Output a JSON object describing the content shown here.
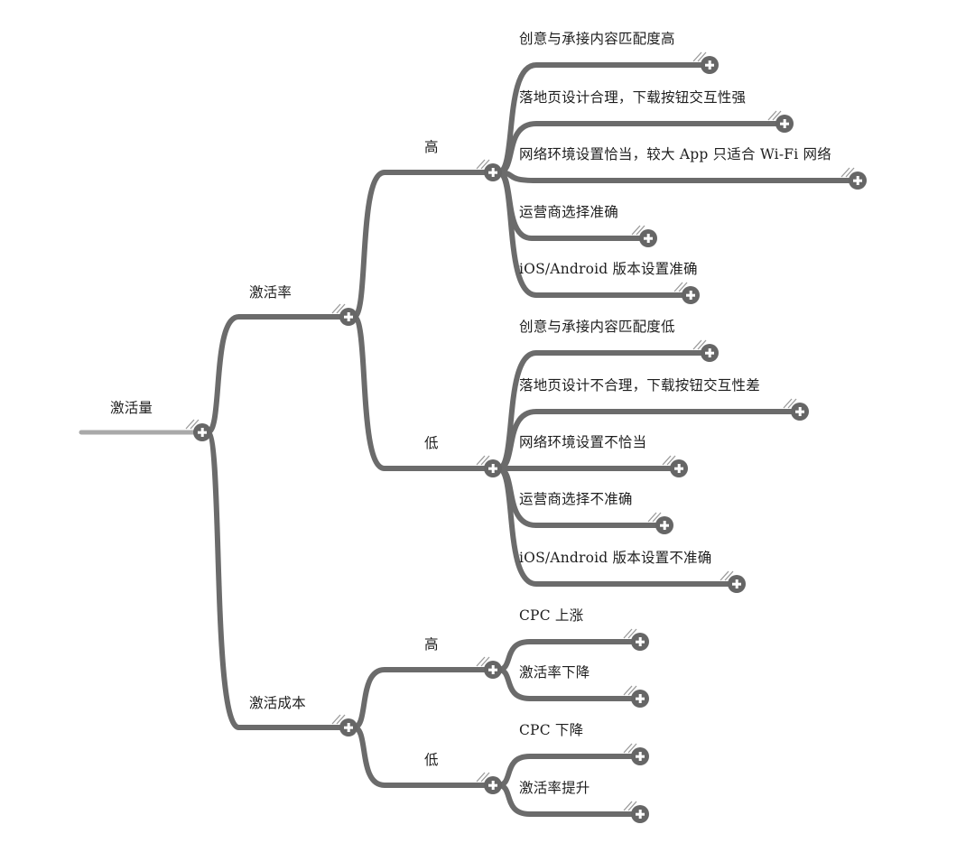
{
  "mindmap": {
    "root": {
      "label": "激活量",
      "children": [
        {
          "label": "激活率",
          "children": [
            {
              "label": "高",
              "children": [
                {
                  "label": "创意与承接内容匹配度高"
                },
                {
                  "label": "落地页设计合理，下载按钮交互性强"
                },
                {
                  "label": "网络环境设置恰当，较大 App 只适合 Wi-Fi 网络"
                },
                {
                  "label": "运营商选择准确"
                },
                {
                  "label": "iOS/Android 版本设置准确"
                }
              ]
            },
            {
              "label": "低",
              "children": [
                {
                  "label": "创意与承接内容匹配度低"
                },
                {
                  "label": "落地页设计不合理，下载按钮交互性差"
                },
                {
                  "label": "网络环境设置不恰当"
                },
                {
                  "label": "运营商选择不准确"
                },
                {
                  "label": "iOS/Android 版本设置不准确"
                }
              ]
            }
          ]
        },
        {
          "label": "激活成本",
          "children": [
            {
              "label": "高",
              "children": [
                {
                  "label": "CPC 上涨"
                },
                {
                  "label": "激活率下降"
                }
              ]
            },
            {
              "label": "低",
              "children": [
                {
                  "label": "CPC 下降"
                },
                {
                  "label": "激活率提升"
                }
              ]
            }
          ]
        }
      ]
    }
  },
  "colors": {
    "branch": "#6b6b6b",
    "root_line": "#a9a9a9",
    "hatch": "#9a9a9a",
    "text": "#1e1e1e"
  },
  "icons": {
    "expand": "plus-circle-icon"
  }
}
